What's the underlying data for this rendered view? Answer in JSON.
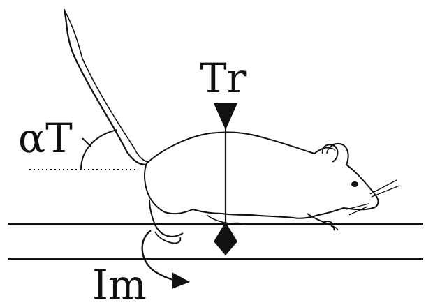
{
  "labels": {
    "tail_angle": "αT",
    "trunk_height": "Tr",
    "immersion": "Im"
  },
  "colors": {
    "ink": "#111111",
    "background": "#ffffff"
  }
}
